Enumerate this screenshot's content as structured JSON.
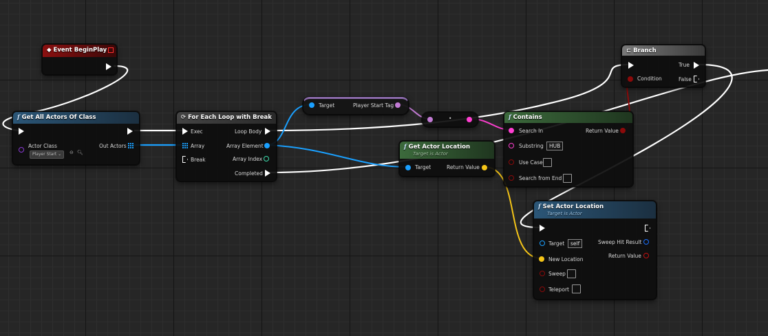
{
  "nodes": {
    "event_begin_play": {
      "title": "Event BeginPlay"
    },
    "get_all_actors": {
      "title": "Get All Actors Of Class",
      "actor_class_label": "Actor Class",
      "actor_class_value": "Player Start",
      "out_actors_label": "Out Actors"
    },
    "for_each_loop": {
      "title": "For Each Loop with Break",
      "exec_label": "Exec",
      "array_label": "Array",
      "break_label": "Break",
      "loop_body_label": "Loop Body",
      "array_element_label": "Array Element",
      "array_index_label": "Array Index",
      "completed_label": "Completed"
    },
    "player_start_tag": {
      "target_label": "Target",
      "output_label": "Player Start Tag"
    },
    "conversion": {
      "symbol": "•"
    },
    "get_actor_location": {
      "title": "Get Actor Location",
      "subtitle": "Target is Actor",
      "target_label": "Target",
      "return_label": "Return Value"
    },
    "contains": {
      "title": "Contains",
      "search_in_label": "Search In",
      "substring_label": "Substring",
      "substring_value": "HUB",
      "use_case_label": "Use Case",
      "search_from_end_label": "Search from End",
      "return_label": "Return Value"
    },
    "branch": {
      "title": "Branch",
      "condition_label": "Condition",
      "true_label": "True",
      "false_label": "False"
    },
    "set_actor_location": {
      "title": "Set Actor Location",
      "subtitle": "Target is Actor",
      "target_label": "Target",
      "target_value": "self",
      "new_location_label": "New Location",
      "sweep_label": "Sweep",
      "teleport_label": "Teleport",
      "sweep_hit_label": "Sweep Hit Result",
      "return_label": "Return Value"
    }
  },
  "colors": {
    "exec": "#ffffff",
    "object": "#1aa0ff",
    "string": "#ff3fd1",
    "name": "#c27bd4",
    "vector": "#f5c518",
    "bool": "#8b0a0a",
    "int": "#3fe0b0"
  }
}
